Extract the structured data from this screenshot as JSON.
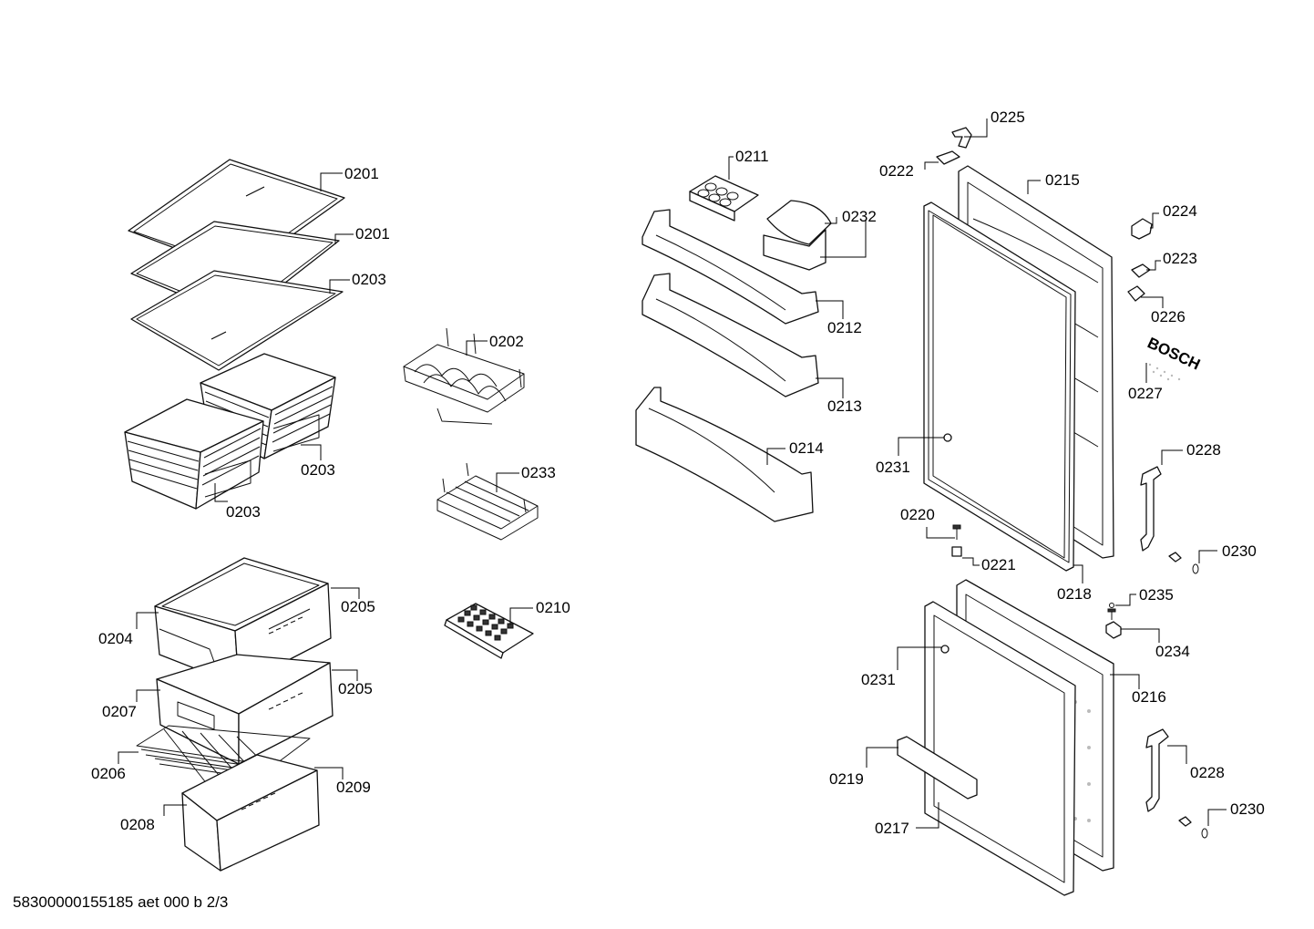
{
  "footer": {
    "document_id": "58300000155185 aet 000 b 2/3"
  },
  "labels": {
    "l0201a": "0201",
    "l0201b": "0201",
    "l0203a": "0203",
    "l0203b": "0203",
    "l0203c": "0203",
    "l0202": "0202",
    "l0233": "0233",
    "l0210": "0210",
    "l0204": "0204",
    "l0205a": "0205",
    "l0205b": "0205",
    "l0207": "0207",
    "l0206": "0206",
    "l0208": "0208",
    "l0209": "0209",
    "l0211": "0211",
    "l0232": "0232",
    "l0212": "0212",
    "l0213": "0213",
    "l0214": "0214",
    "l0225": "0225",
    "l0222": "0222",
    "l0215": "0215",
    "l0224": "0224",
    "l0223": "0223",
    "l0226": "0226",
    "l0227": "0227",
    "l0228a": "0228",
    "l0228b": "0228",
    "l0231a": "0231",
    "l0231b": "0231",
    "l0220": "0220",
    "l0221": "0221",
    "l0230a": "0230",
    "l0230b": "0230",
    "l0218": "0218",
    "l0235": "0235",
    "l0234": "0234",
    "l0216": "0216",
    "l0219": "0219",
    "l0217": "0217"
  },
  "logo_text": "BOSCH"
}
